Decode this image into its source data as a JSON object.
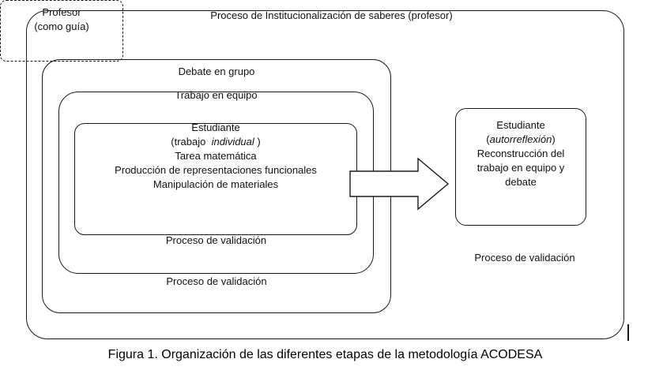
{
  "diagram": {
    "outer_label": "Proceso de Institucionalización de saberes (profesor)",
    "debate_label": "Debate en grupo",
    "equipo_label": "Trabajo en equipo",
    "estudiante_box": {
      "title": "Estudiante",
      "sub_pre": "(trabajo  ",
      "sub_italic": "individual",
      "sub_post": " )",
      "line3": "Tarea matemática",
      "line4": "Producción de representaciones funcionales",
      "line5": "Manipulación de materiales"
    },
    "validation_inner_label": "Proceso de validación",
    "validation_middle_label": "Proceso de validación",
    "validation_right_label": "Proceso de validación",
    "profesor_box": {
      "line1": "Profesor",
      "line2": "(como guía)"
    },
    "estudiante_right_box": {
      "title": "Estudiante",
      "sub_pre": "(",
      "sub_italic": "autorreflexión",
      "sub_post": ")",
      "line3": "Reconstrucción del",
      "line4": "trabajo en equipo y",
      "line5": "debate"
    },
    "colors": {
      "line": "#1a1a1a",
      "background": "#ffffff"
    }
  },
  "caption": "Figura 1. Organización de las diferentes etapas de la metodología ACODESA"
}
